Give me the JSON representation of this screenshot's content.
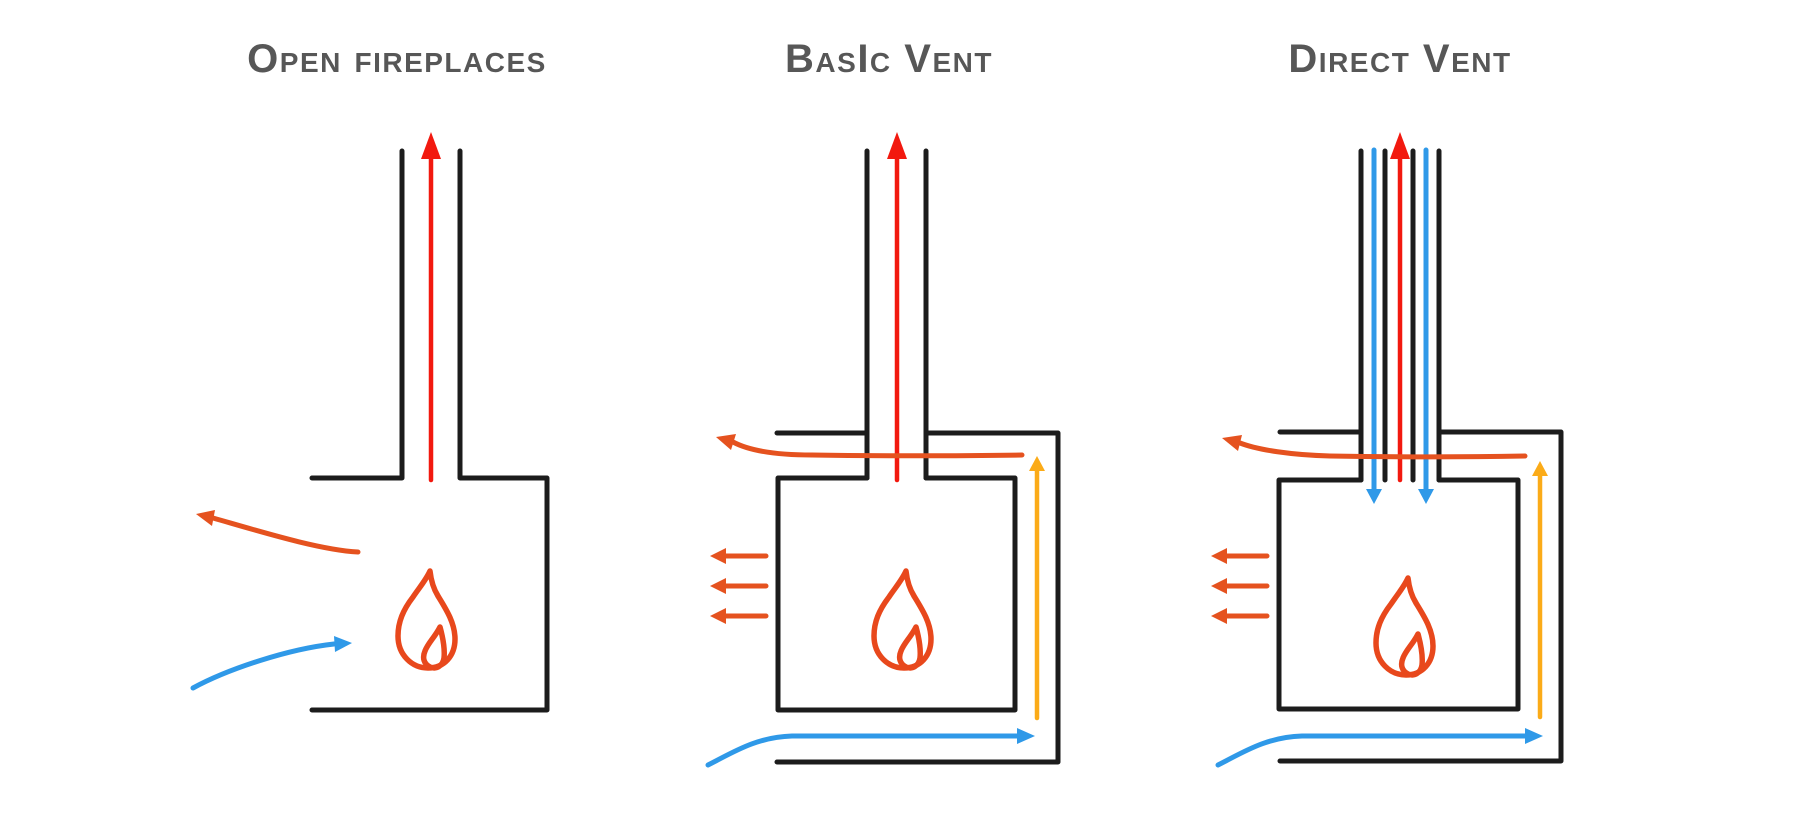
{
  "colors": {
    "wall": "#1c1c1c",
    "exhaust": "#f2190f",
    "heat": "#e5521f",
    "flame": "#e8481c",
    "air": "#2f99e8",
    "warm": "#fbab18",
    "title": "#575757",
    "bg": "#ffffff"
  },
  "panels": [
    {
      "title": "Open fireplaces",
      "flows": {
        "exhaust_up_chimney": "exhaust",
        "warm_room_air_escaping": "heat",
        "room_air_drawn_in": "air"
      }
    },
    {
      "title": "BasIc Vent",
      "flows": {
        "exhaust_up_chimney": "exhaust",
        "heated_air_to_room": "heat",
        "radiant_heat": "exhaust",
        "air_warming_in_jacket": "warm",
        "cool_air_intake": "air"
      }
    },
    {
      "title": "Direct Vent",
      "flows": {
        "exhaust_up_inner_pipe": "exhaust",
        "outside_air_down_outer_pipe": "air",
        "heated_air_to_room": "heat",
        "radiant_heat": "exhaust",
        "air_warming_in_jacket": "warm",
        "cool_air_intake": "air"
      }
    }
  ]
}
